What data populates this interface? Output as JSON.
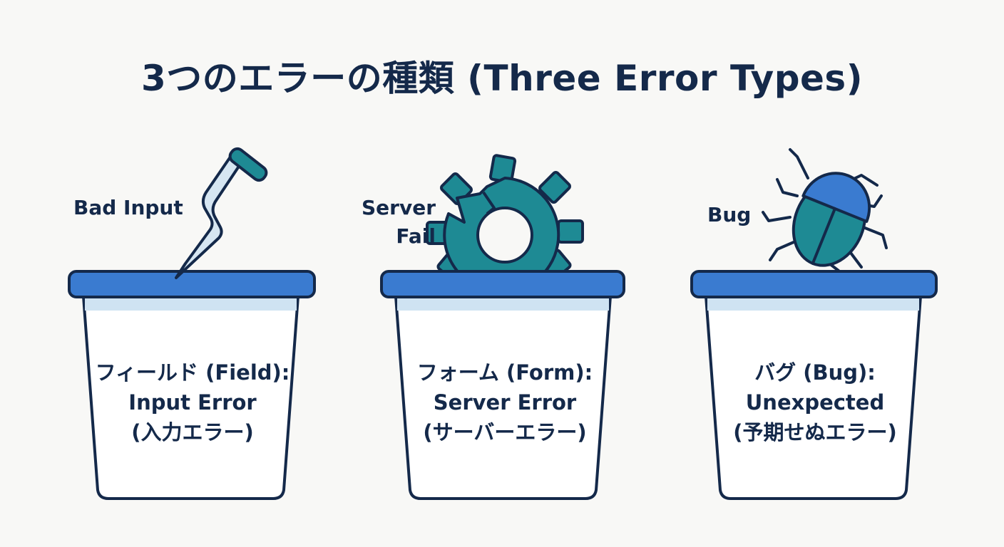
{
  "title": "3つのエラーの種類 (Three Error Types)",
  "colors": {
    "navy": "#14294a",
    "lid_blue": "#3a7bd0",
    "teal": "#1e8a94",
    "light_blue": "#cfe3f2",
    "background": "#f8f8f6"
  },
  "bins": [
    {
      "icon": "nail-icon",
      "icon_label": "Bad Input",
      "lines": [
        "フィールド (Field):",
        "Input Error",
        "(入力エラー)"
      ]
    },
    {
      "icon": "broken-gear-icon",
      "icon_label_lines": [
        "Server",
        "Fail"
      ],
      "lines": [
        "フォーム (Form):",
        "Server Error",
        "(サーバーエラー)"
      ]
    },
    {
      "icon": "bug-icon",
      "icon_label": "Bug",
      "lines": [
        "バグ (Bug):",
        "Unexpected",
        "(予期せぬエラー)"
      ]
    }
  ]
}
